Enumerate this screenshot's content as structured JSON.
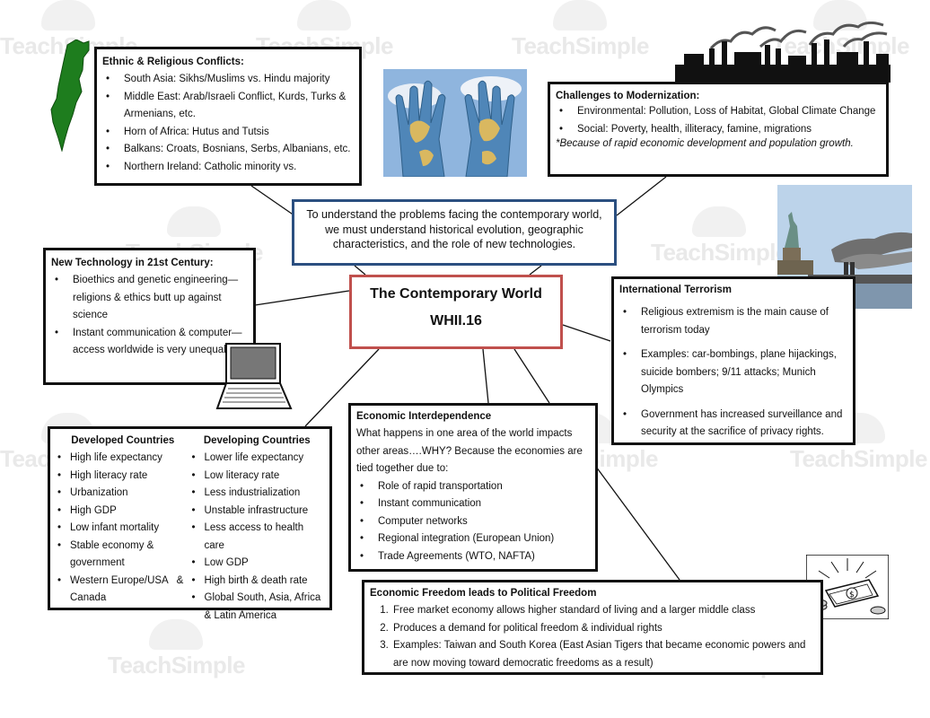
{
  "watermark": {
    "text": "TeachSimple"
  },
  "map": {
    "title": "To understand the problems facing the contemporary world, we must understand historical evolution, geographic characteristics, and the role of new technologies."
  },
  "center": {
    "title": "The Contemporary World",
    "code": "WHII.16"
  },
  "ethnic": {
    "heading": "Ethnic & Religious Conflicts:",
    "items": [
      "South Asia: Sikhs/Muslims vs. Hindu majority",
      "Middle East: Arab/Israeli Conflict, Kurds, Turks & Armenians, etc.",
      "Horn of Africa: Hutus and Tutsis",
      "Balkans: Croats, Bosnians, Serbs, Albanians, etc.",
      "Northern Ireland: Catholic minority vs."
    ]
  },
  "modernization": {
    "heading": "Challenges to Modernization:",
    "items": [
      "Environmental: Pollution, Loss of Habitat, Global Climate Change",
      "Social: Poverty, health, illiteracy, famine, migrations"
    ],
    "note": "*Because of rapid economic development and population growth."
  },
  "technology": {
    "heading": "New Technology in 21st Century:",
    "items": [
      "Bioethics and genetic engineering—religions & ethics butt up against science",
      "Instant communication & computer—access worldwide is very unequal"
    ]
  },
  "terrorism": {
    "heading": "International Terrorism",
    "items": [
      "Religious extremism is the main cause of terrorism today",
      "Examples: car-bombings, plane hijackings, suicide bombers; 9/11 attacks; Munich Olympics",
      "Government has increased surveillance and security at the sacrifice of privacy rights."
    ]
  },
  "countries": {
    "developed": {
      "heading": "Developed Countries",
      "items": [
        "High life expectancy",
        "High literacy rate",
        "Urbanization",
        "High GDP",
        "Low infant mortality",
        "Stable economy & government",
        "Western Europe/USA   & Canada"
      ]
    },
    "developing": {
      "heading": "Developing Countries",
      "items": [
        "Lower life expectancy",
        "Low literacy rate",
        "Less industrialization",
        "Unstable infrastructure",
        "Less access to health care",
        "Low GDP",
        "High birth & death rate",
        "Global South, Asia, Africa & Latin America"
      ]
    }
  },
  "interdependence": {
    "heading": "Economic Interdependence",
    "intro": "What happens in one area of the world impacts other areas….WHY? Because the economies are tied together due to:",
    "items": [
      "Role of rapid transportation",
      "Instant communication",
      "Computer networks",
      "Regional integration (European Union)",
      "Trade Agreements (WTO, NAFTA)"
    ]
  },
  "freedom": {
    "heading": "Economic Freedom leads to Political Freedom",
    "items": [
      "Free market economy allows higher standard of living and a larger middle class",
      "Produces a demand for political freedom & individual rights",
      "Examples: Taiwan and South Korea (East Asian Tigers that became economic powers and are now moving toward democratic freedoms as a result)"
    ]
  },
  "colors": {
    "israel": "#1e7d1e",
    "hands_sky": "#8fb5de",
    "title_border": "#c0504d",
    "intro_border": "#2b4f80",
    "smoke": "#555555"
  },
  "icons": [
    "israel-map-icon",
    "globe-hands-image",
    "factory-skyline-icon",
    "statue-of-liberty-image",
    "laptop-icon",
    "money-icon"
  ]
}
